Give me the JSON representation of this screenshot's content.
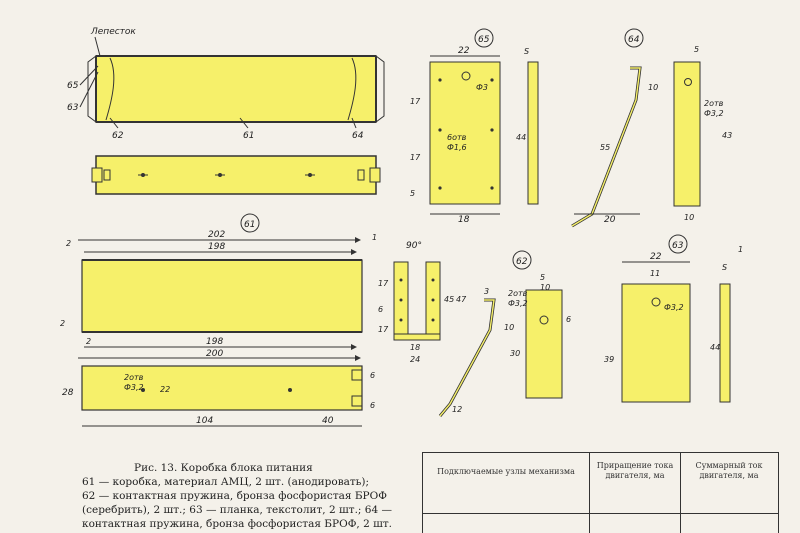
{
  "labels": {
    "lepestok": "Лепесток",
    "p61": "61",
    "p62": "62",
    "p63": "63",
    "p64": "64",
    "p65": "65"
  },
  "dims": {
    "d22a": "22",
    "d17a": "17",
    "d17b": "17",
    "d5a": "5",
    "d18a": "18",
    "d44a": "44",
    "d3a": "Ф3",
    "holes6": "6отв",
    "d16": "Ф1,6",
    "s65": "S",
    "d10a": "10",
    "d20a": "20",
    "d55": "55",
    "d5b": "5",
    "holes2a": "2отв",
    "d32a": "Ф3,2",
    "d43": "43",
    "d10b": "10",
    "d202": "202",
    "d198a": "198",
    "d198b": "198",
    "d200": "200",
    "d2a": "2",
    "d2b": "2",
    "d2c": "2",
    "d28": "28",
    "holes2b": "2отв",
    "d32b": "Ф3,2",
    "d22b": "22",
    "d104": "104",
    "d40": "40",
    "d6a": "6",
    "d6b": "6",
    "ang90": "90°",
    "d17c": "17",
    "d6c": "6",
    "d17d": "17",
    "d45": "45",
    "d47": "47",
    "d18b": "18",
    "d24": "24",
    "d1": "1",
    "d3b": "3",
    "d10c": "10",
    "d5c": "5",
    "holes2c": "2отв",
    "d32c": "Ф3,2",
    "d10d": "10",
    "d6d": "6",
    "d30": "30",
    "d12": "12",
    "d22c": "22",
    "d11": "11",
    "d32d": "Ф3,2",
    "d39": "39",
    "d44b": "44",
    "d1b": "1",
    "s63": "S"
  },
  "caption": {
    "title": "Рис. 13. Коробка блока питания",
    "line1": "61 — коробка, материал АМЦ, 2 шт. (анодировать);",
    "line2": "62 — контактная пружина, бронза фосфористая БРОФ",
    "line3": "(серебрить), 2 шт.; 63 — планка, текстолит, 2 шт.; 64 —",
    "line4": "контактная пружина, бронза фосфористая БРОФ, 2 шт."
  },
  "table": {
    "col1": "Подключаемые узлы механизма",
    "col2": "Приращение тока двигателя, ма",
    "col3": "Суммарный ток двигателя, ма"
  },
  "colors": {
    "part_fill": "#f6f06a",
    "line": "#333333",
    "paper": "#f4f1ea"
  }
}
